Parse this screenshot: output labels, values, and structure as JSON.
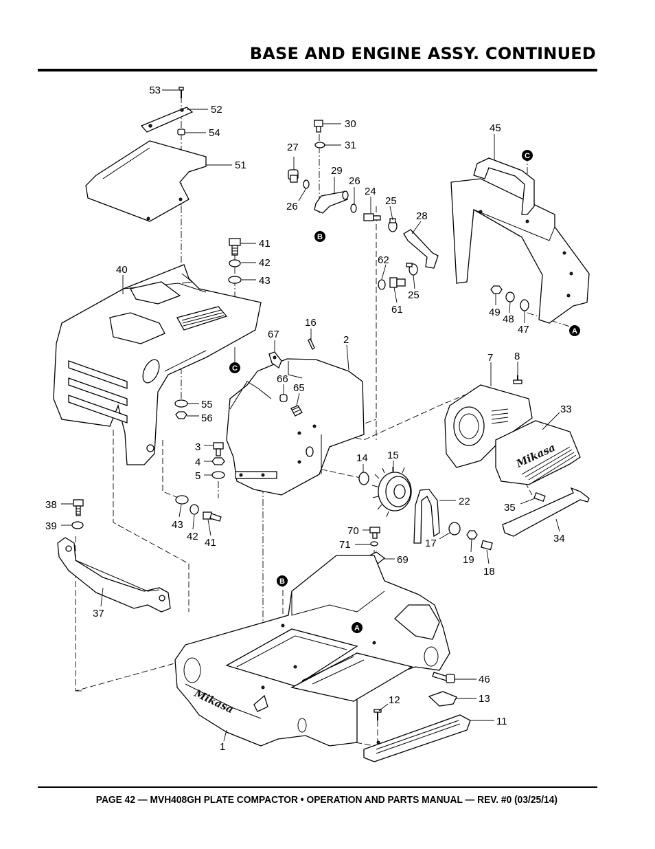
{
  "page": {
    "title": "BASE AND ENGINE ASSY. CONTINUED",
    "footer": "PAGE 42 — MVH408GH PLATE COMPACTOR • OPERATION AND PARTS MANUAL — REV. #0 (03/25/14)"
  },
  "diagram": {
    "brand_mark": "Mikasa",
    "callouts": {
      "n53": "53",
      "n52": "52",
      "n54": "54",
      "n51": "51",
      "n30": "30",
      "n27": "27",
      "n31": "31",
      "n29": "29",
      "n26a": "26",
      "n26b": "26",
      "n24": "24",
      "n25a": "25",
      "n28": "28",
      "n62": "62",
      "n25b": "25",
      "n61": "61",
      "n45": "45",
      "n49": "49",
      "n48": "48",
      "n47": "47",
      "n41a": "41",
      "n42a": "42",
      "n43a": "43",
      "n40": "40",
      "n16": "16",
      "n2": "2",
      "n67": "67",
      "n66": "66",
      "n65": "65",
      "n7": "7",
      "n8": "8",
      "n33": "33",
      "n55": "55",
      "n56": "56",
      "n3": "3",
      "n4": "4",
      "n5": "5",
      "n14": "14",
      "n15": "15",
      "n22": "22",
      "n35": "35",
      "n34": "34",
      "n38": "38",
      "n39": "39",
      "n43b": "43",
      "n42b": "42",
      "n41b": "41",
      "n70": "70",
      "n71": "71",
      "n69": "69",
      "n17": "17",
      "n19": "19",
      "n18": "18",
      "n37": "37",
      "n46": "46",
      "n12": "12",
      "n13": "13",
      "n11": "11",
      "n1": "1"
    },
    "markers": {
      "B1": "B",
      "C1": "C",
      "C2": "C",
      "A1": "A",
      "B2": "B",
      "A2": "A"
    }
  }
}
